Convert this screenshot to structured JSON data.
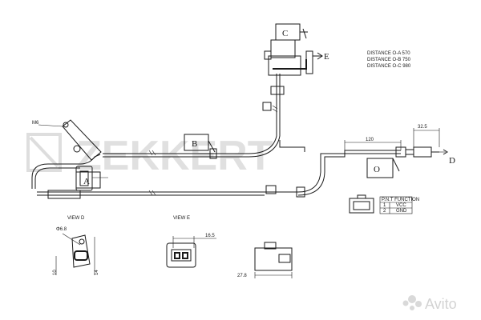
{
  "brand": {
    "name": "ZEKKERT"
  },
  "marketplace": {
    "name": "Avito"
  },
  "distances": [
    "DISTANCE O-A 570",
    "DISTANCE O-B 750",
    "DISTANCE O-C 980"
  ],
  "callouts": {
    "a": "A",
    "b": "B",
    "c": "C",
    "d": "D",
    "e": "E",
    "o": "O"
  },
  "dimensions": {
    "m6": "M6",
    "d_32_5": "32.5",
    "d_120": "120",
    "d_16_5": "16.5",
    "d_27_8": "27.8",
    "d_10": "10",
    "d_14": "14",
    "d_phi": "Φ6.8"
  },
  "views": {
    "d": "VIEW D",
    "e": "VIEW E"
  },
  "pin_table": {
    "header": "P.N.T FUNCTION",
    "rows": [
      {
        "pin": "1",
        "func": "VCC"
      },
      {
        "pin": "2",
        "func": "GND"
      }
    ]
  }
}
